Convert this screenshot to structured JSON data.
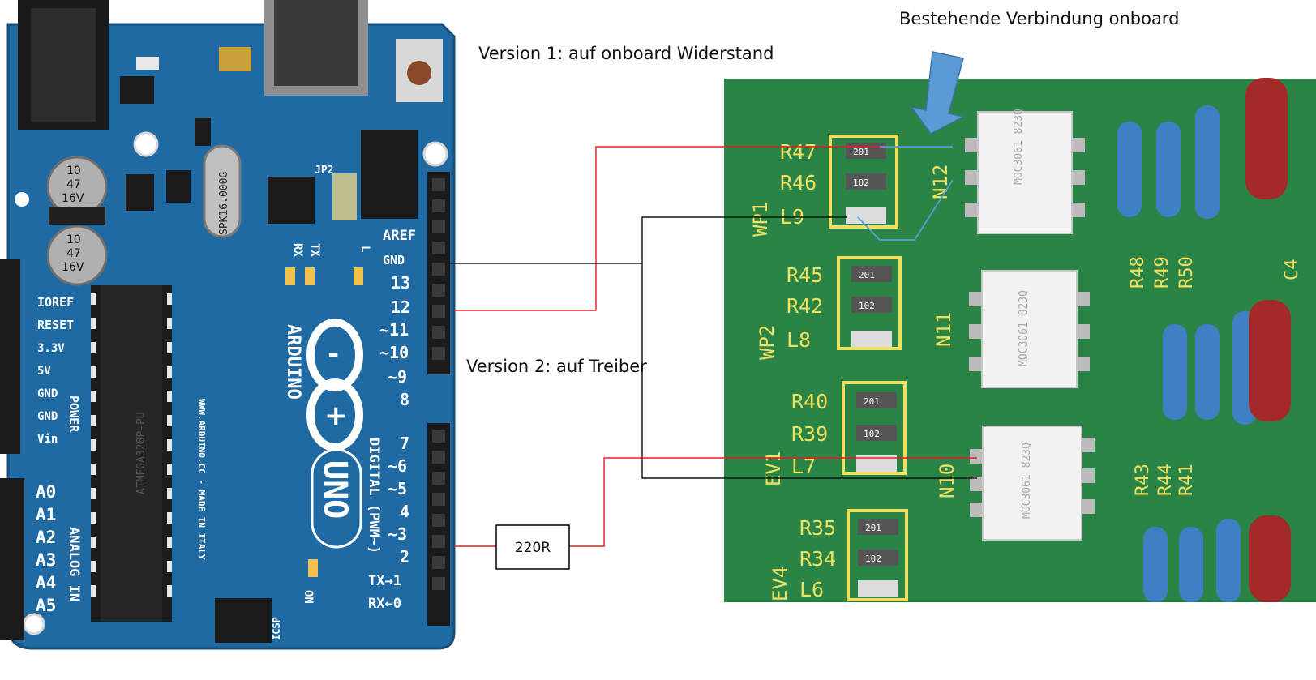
{
  "labels": {
    "version1": "Version 1: auf onboard Widerstand",
    "version2": "Version 2: auf Treiber",
    "existing_connection": "Bestehende Verbindung onboard",
    "resistor": "220R"
  },
  "arduino": {
    "brand": "ARDUINO",
    "model": "UNO",
    "digital_pins": [
      "AREF",
      "GND",
      "13",
      "12",
      "~11",
      "~10",
      "~9",
      "8",
      "7",
      "~6",
      "~5",
      "4",
      "~3",
      "2",
      "TX→1",
      "RX←0"
    ],
    "power_pins": [
      "IOREF",
      "RESET",
      "3.3V",
      "5V",
      "GND",
      "GND",
      "Vin"
    ],
    "analog_pins": [
      "A0",
      "A1",
      "A2",
      "A3",
      "A4",
      "A5"
    ],
    "section_power": "POWER",
    "section_analog": "ANALOG IN",
    "section_digital": "DIGITAL (PWM~)",
    "url_text": "WWW.ARDUINO.CC - MADE IN ITALY",
    "misc": {
      "rx": "RX",
      "tx": "TX",
      "l": "L",
      "on": "ON",
      "icsp": "ICSP",
      "jp2": "JP2",
      "cap1": "10 47 16V",
      "cap2": "10 47 16V",
      "crystal": "SPK16.000G",
      "chip": "ATMEGA328P-PU"
    }
  },
  "pcb": {
    "groups": [
      {
        "name": "WP1",
        "parts": [
          "R47",
          "R46",
          "L9"
        ],
        "optocoupler": "N12"
      },
      {
        "name": "WP2",
        "parts": [
          "R45",
          "R42",
          "L8"
        ],
        "optocoupler": "N11"
      },
      {
        "name": "EV1",
        "parts": [
          "R40",
          "R39",
          "L7"
        ],
        "optocoupler": "N10"
      },
      {
        "name": "EV4",
        "parts": [
          "R35",
          "R34",
          "L6"
        ],
        "optocoupler": ""
      }
    ],
    "smd_codes": [
      "201",
      "102"
    ],
    "optocoupler_text": "MOC3061 823Q",
    "right_labels": [
      "R48",
      "R49",
      "R50",
      "C4",
      "R43",
      "R44",
      "R41"
    ]
  },
  "colors": {
    "arduino_blue": "#1f6aa3",
    "pcb_green": "#2e8b4a",
    "wire_red": "#e02020",
    "wire_black": "#111111",
    "arrow_blue": "#5b9bd5",
    "silk_yellow": "#f0e060"
  }
}
